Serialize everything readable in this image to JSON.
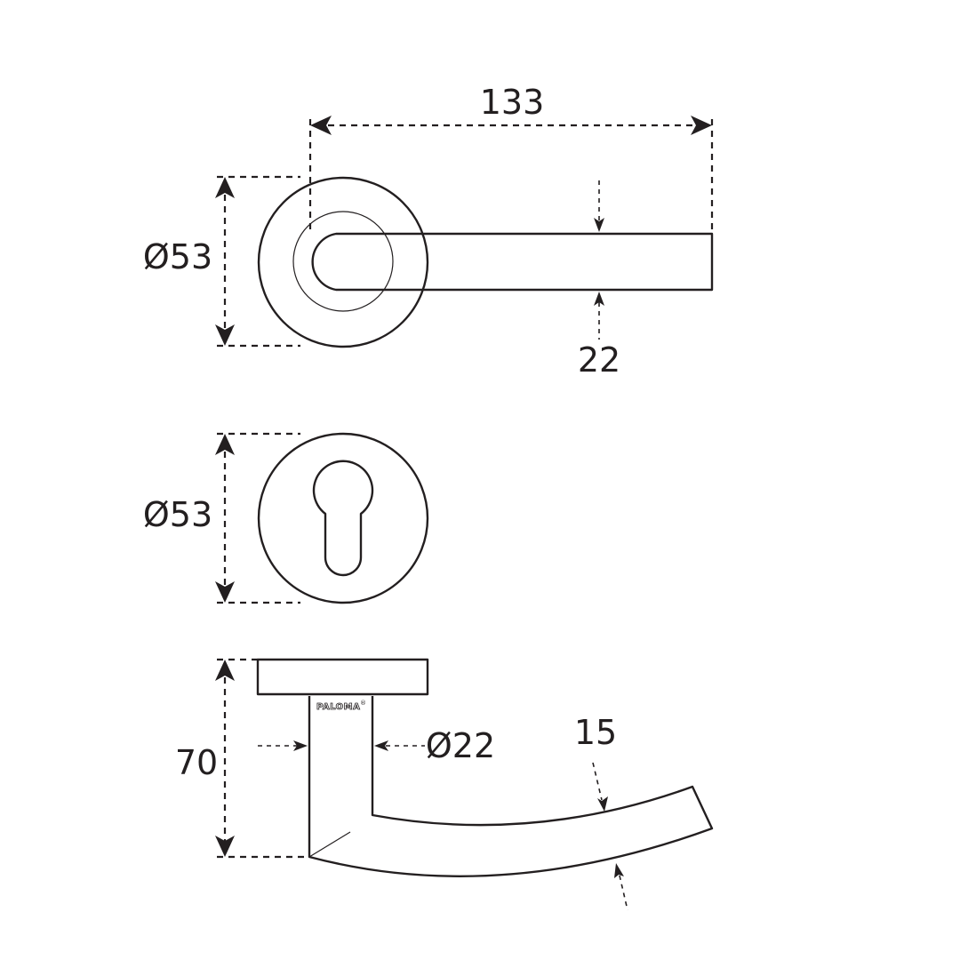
{
  "dimensions": {
    "handle_length": "133",
    "rose_diameter_top": "Ø53",
    "lever_width": "22",
    "escutcheon_diameter": "Ø53",
    "height": "70",
    "spindle_diameter": "Ø22",
    "lever_thickness": "15"
  },
  "brand": {
    "name": "PALOMA",
    "mark": "®"
  }
}
